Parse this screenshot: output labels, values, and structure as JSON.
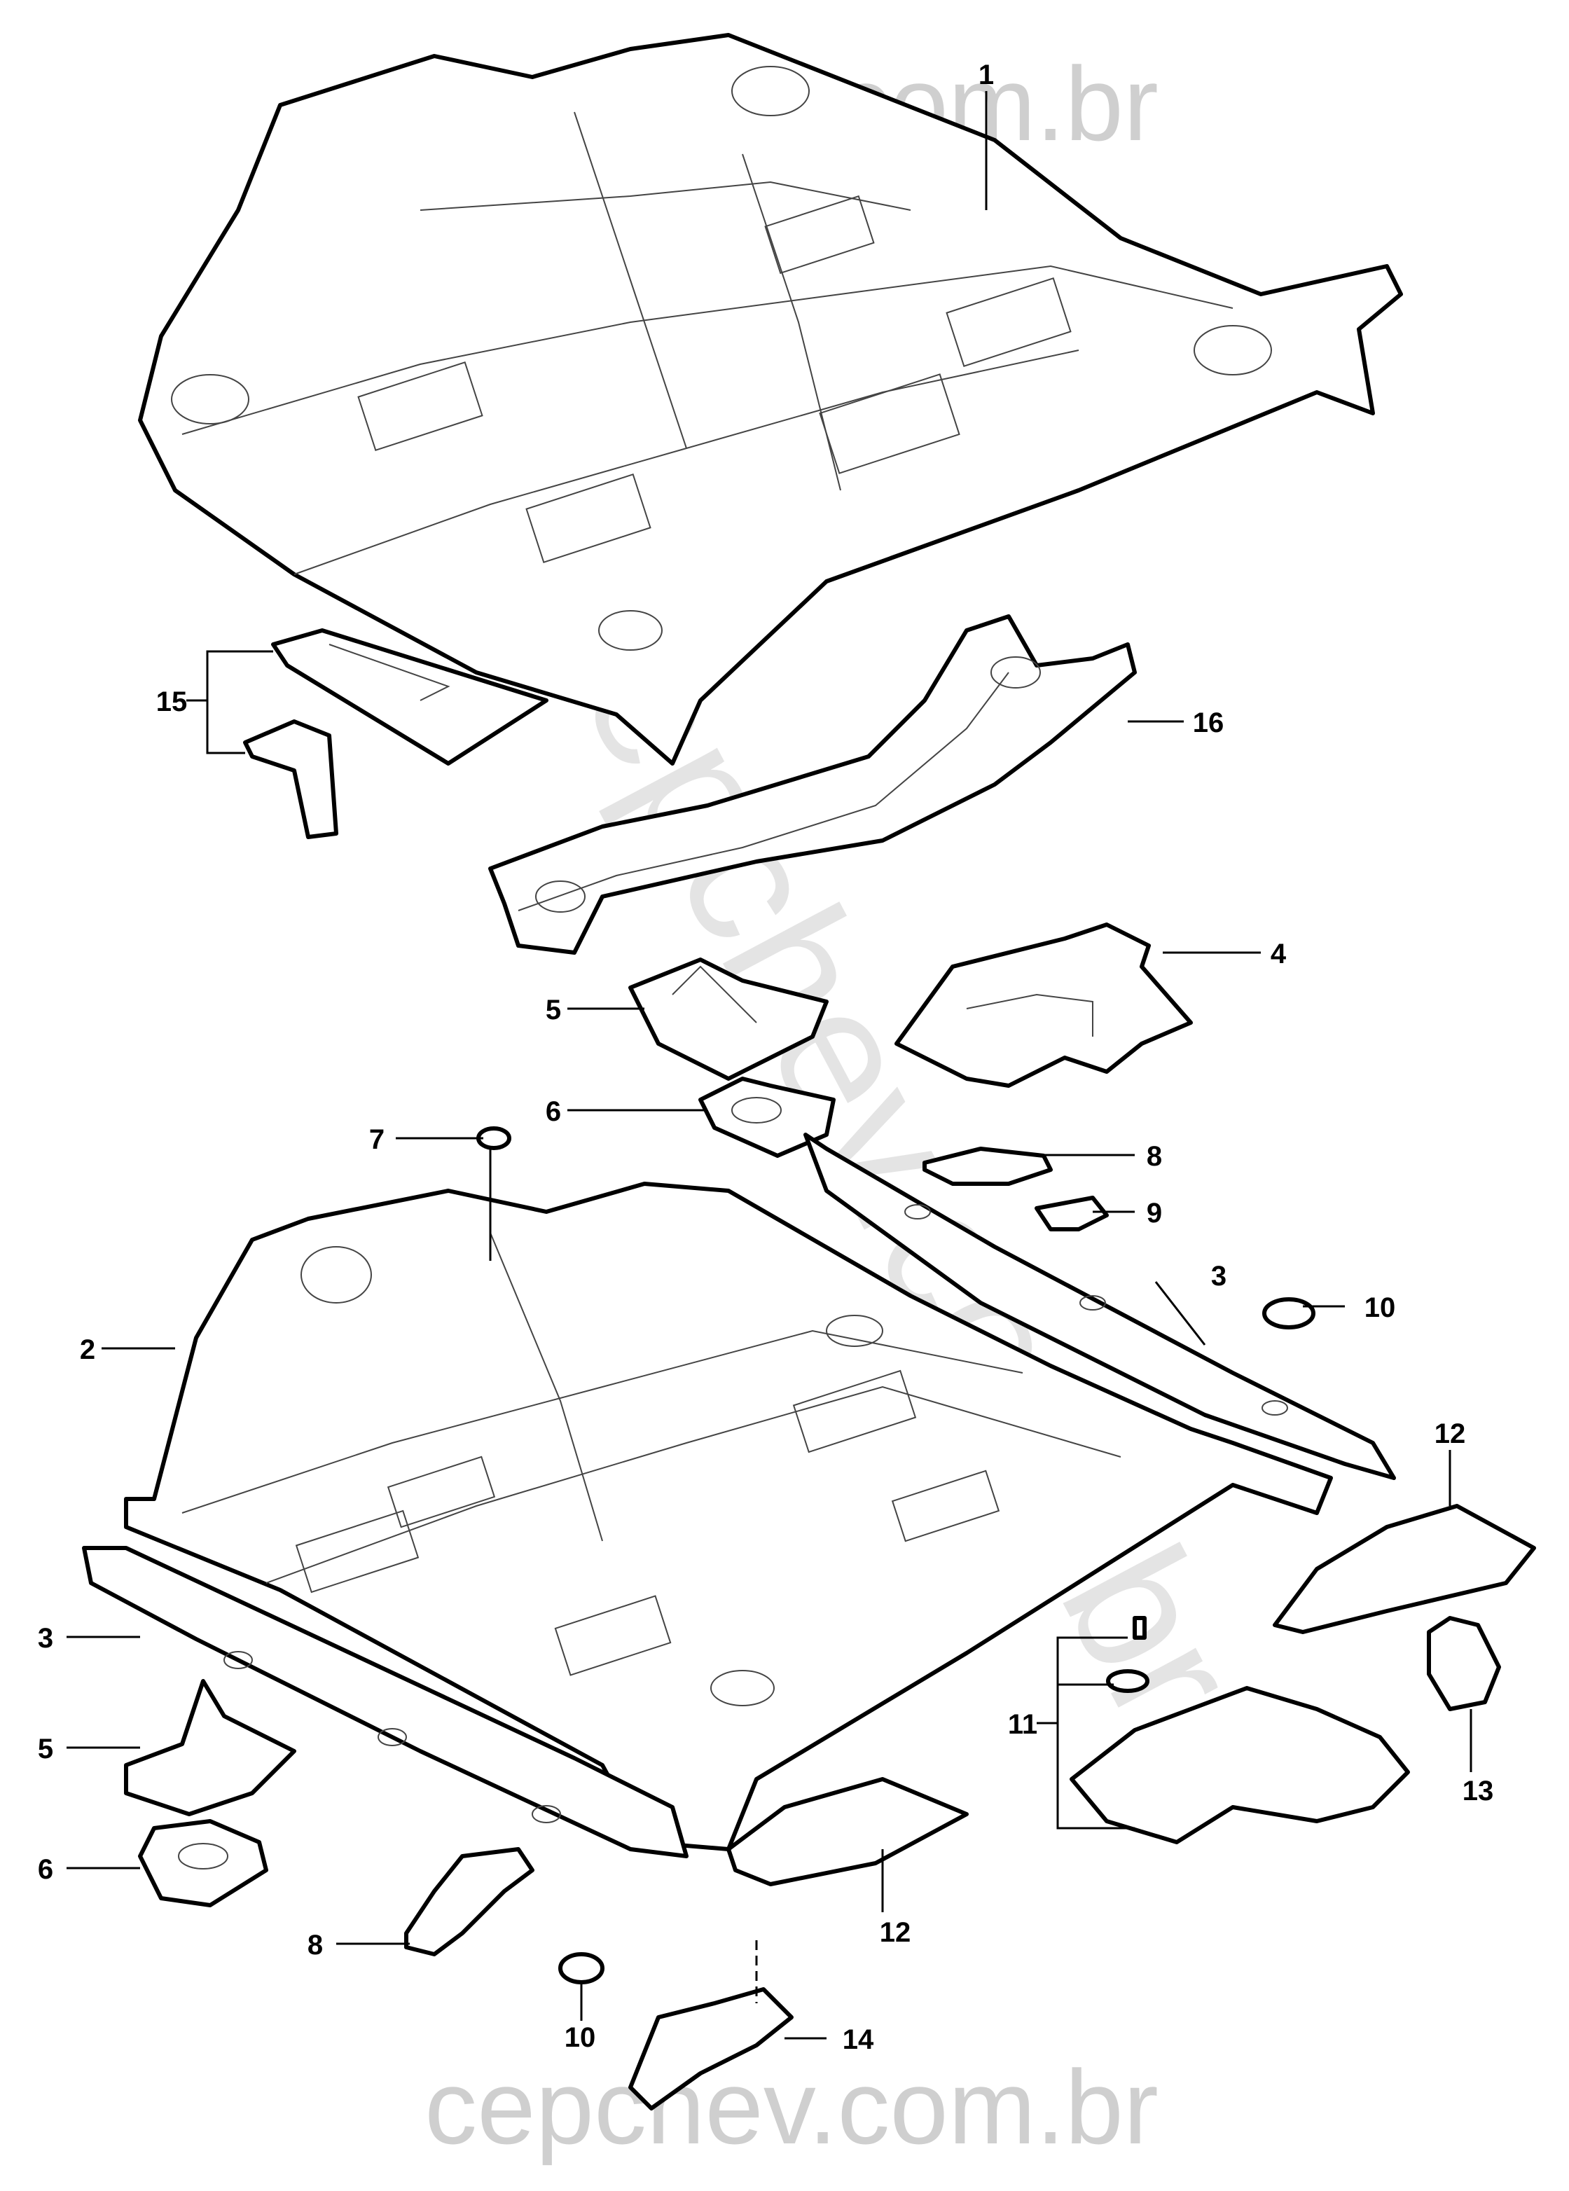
{
  "watermark": {
    "top": "cepchev.com.br",
    "bottom": "cepchev.com.br",
    "diagonal": "© cepchev.com.br"
  },
  "callouts": [
    {
      "id": "c1",
      "label": "1"
    },
    {
      "id": "c2",
      "label": "2"
    },
    {
      "id": "c3a",
      "label": "3"
    },
    {
      "id": "c3b",
      "label": "3"
    },
    {
      "id": "c4",
      "label": "4"
    },
    {
      "id": "c5a",
      "label": "5"
    },
    {
      "id": "c5b",
      "label": "5"
    },
    {
      "id": "c6a",
      "label": "6"
    },
    {
      "id": "c6b",
      "label": "6"
    },
    {
      "id": "c7",
      "label": "7"
    },
    {
      "id": "c8a",
      "label": "8"
    },
    {
      "id": "c8b",
      "label": "8"
    },
    {
      "id": "c9",
      "label": "9"
    },
    {
      "id": "c10a",
      "label": "10"
    },
    {
      "id": "c10b",
      "label": "10"
    },
    {
      "id": "c11",
      "label": "11"
    },
    {
      "id": "c12a",
      "label": "12"
    },
    {
      "id": "c12b",
      "label": "12"
    },
    {
      "id": "c13",
      "label": "13"
    },
    {
      "id": "c14",
      "label": "14"
    },
    {
      "id": "c15",
      "label": "15"
    },
    {
      "id": "c16",
      "label": "16"
    }
  ]
}
